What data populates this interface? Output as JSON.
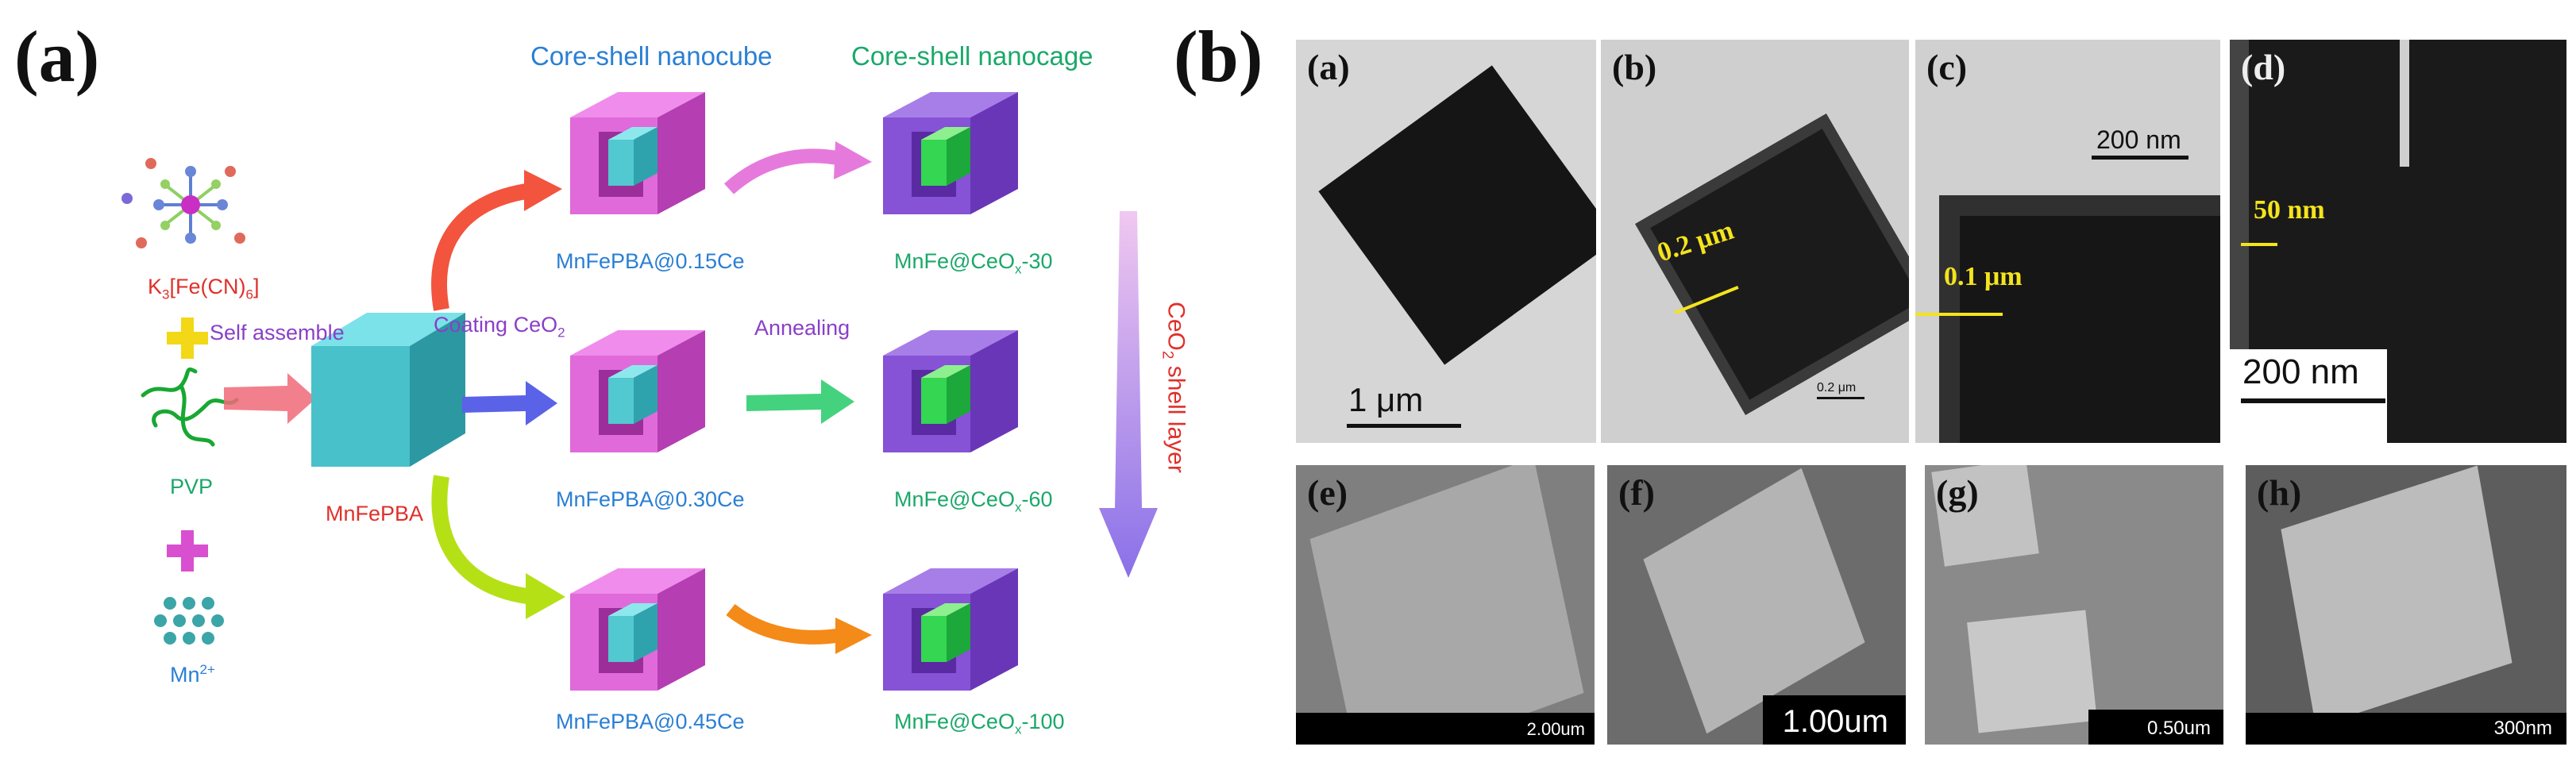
{
  "panel_a": {
    "letter": "(a)",
    "header_nanocube": "Core-shell nanocube",
    "header_nanocage": "Core-shell nanocage",
    "precursor_k3": "K",
    "precursor_k3_sub": "3",
    "precursor_fe": "[Fe(CN)",
    "precursor_fe_sub": "6",
    "precursor_fe_end": "]",
    "pvp": "PVP",
    "mn": "Mn",
    "mn_sup": "2+",
    "self_assemble": "Self assemble",
    "mnfepba": "MnFePBA",
    "coating_a": "Coating CeO",
    "coating_sub": "2",
    "annealing": "Annealing",
    "cube_labels": [
      "MnFePBA@0.15Ce",
      "MnFePBA@0.30Ce",
      "MnFePBA@0.45Ce"
    ],
    "cage_prefix": "MnFe@CeO",
    "cage_sub": "x",
    "cage_suffixes": [
      "-30",
      "-60",
      "-100"
    ],
    "shell_axis_a": "CeO",
    "shell_axis_sub": "2",
    "shell_axis_b": " shell layer",
    "colors": {
      "shell_pink": "#d65fd0",
      "core_cyan": "#4bc4cc",
      "cage_purple": "#8c55d8",
      "core_green": "#2fd24a"
    }
  },
  "panel_b": {
    "letter": "(b)",
    "tem": [
      {
        "letter": "(a)",
        "scale": "1 μm",
        "dimension": ""
      },
      {
        "letter": "(b)",
        "scale": "0.2 μm",
        "dimension": "0.2 μm"
      },
      {
        "letter": "(c)",
        "scale": "200 nm",
        "dimension": "0.1 μm"
      },
      {
        "letter": "(d)",
        "scale": "200 nm",
        "dimension": "50 nm"
      }
    ],
    "sem": [
      {
        "letter": "(e)",
        "scale": "2.00um"
      },
      {
        "letter": "(f)",
        "scale": "1.00um"
      },
      {
        "letter": "(g)",
        "scale": "0.50um"
      },
      {
        "letter": "(h)",
        "scale": "300nm"
      }
    ]
  }
}
